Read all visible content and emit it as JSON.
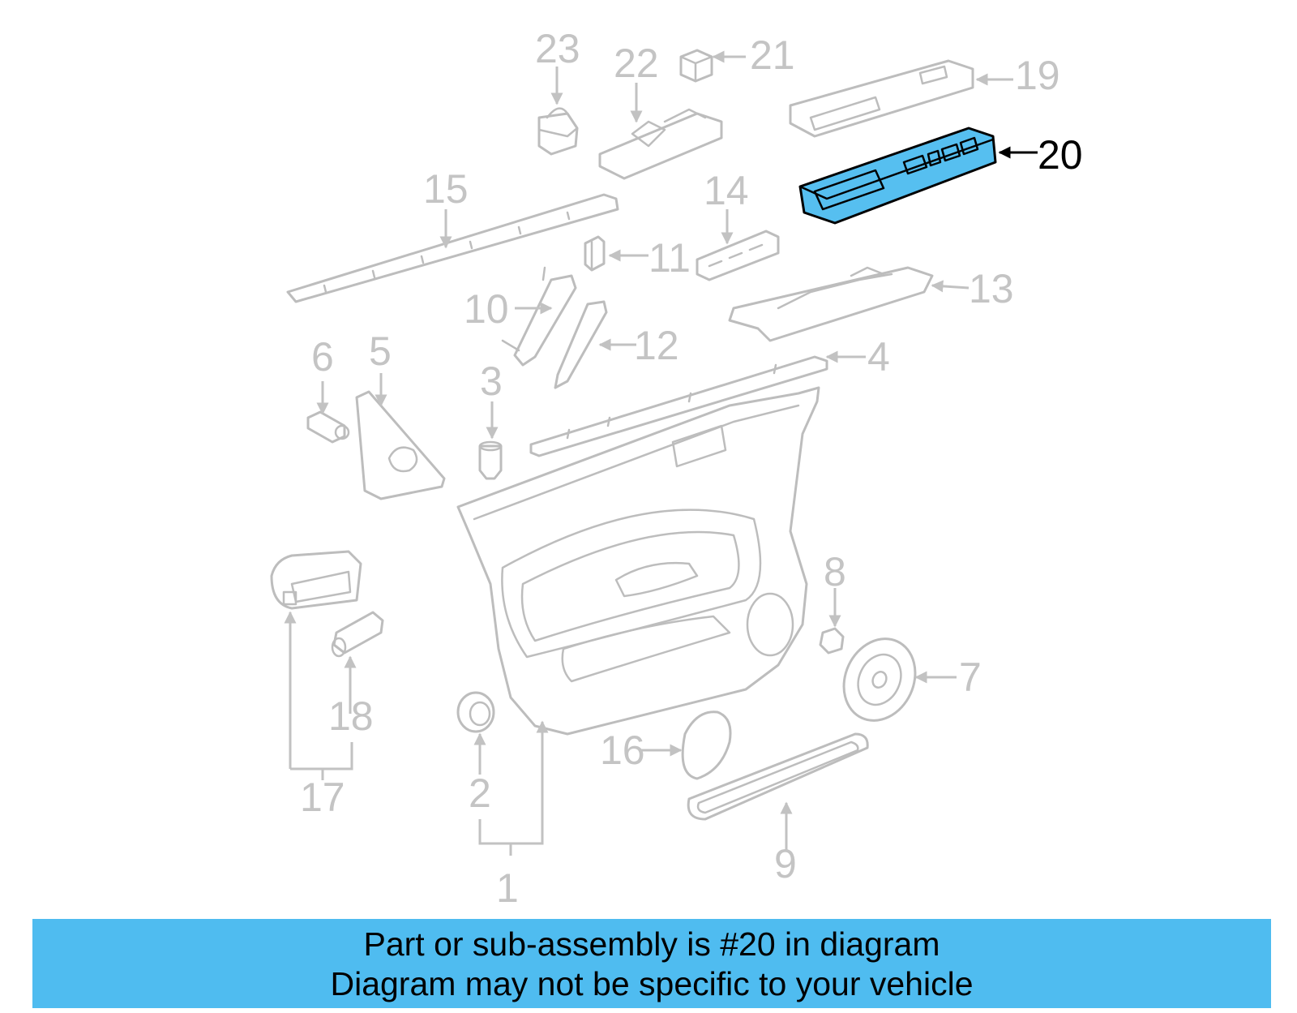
{
  "diagram": {
    "callouts": [
      "1",
      "2",
      "3",
      "4",
      "5",
      "6",
      "7",
      "8",
      "9",
      "10",
      "11",
      "12",
      "13",
      "14",
      "15",
      "16",
      "17",
      "18",
      "19",
      "20",
      "21",
      "22",
      "23"
    ],
    "highlighted_part": "20"
  },
  "colors": {
    "highlight": "#56bff0",
    "banner": "#4fbcf0",
    "part_outline": "#bdbdbd"
  },
  "banner": {
    "line1": "Part or sub-assembly is #20 in diagram",
    "line2": "Diagram may not be specific to your vehicle"
  }
}
